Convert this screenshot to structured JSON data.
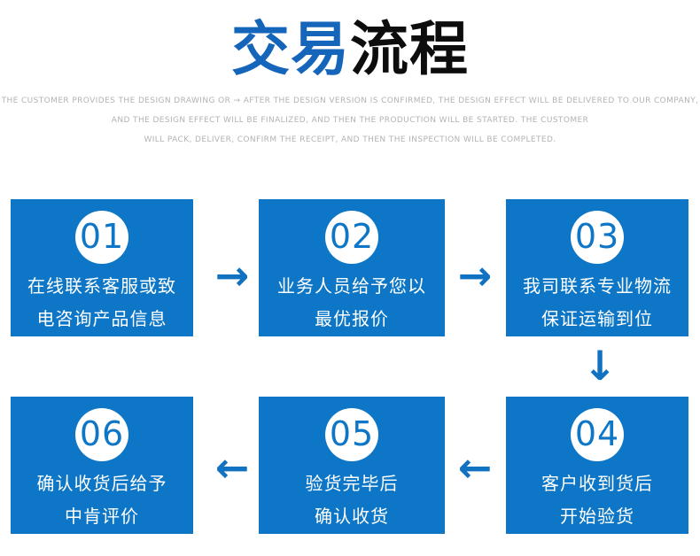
{
  "title": {
    "part1": "交易",
    "part2": "流程"
  },
  "subtitle": {
    "line1": "THE CUSTOMER PROVIDES THE DESIGN DRAWING OR → AFTER THE DESIGN VERSION IS CONFIRMED, THE DESIGN EFFECT WILL BE DELIVERED TO OUR COMPANY,",
    "line2": "AND THE DESIGN EFFECT WILL BE FINALIZED, AND THEN THE PRODUCTION WILL BE STARTED. THE CUSTOMER",
    "line3": "WILL PACK, DELIVER, CONFIRM THE RECEIPT, AND THEN THE INSPECTION WILL BE COMPLETED."
  },
  "steps": [
    {
      "number": "01",
      "line1": "在线联系客服或致",
      "line2": "电咨询产品信息"
    },
    {
      "number": "02",
      "line1": "业务人员给予您以",
      "line2": "最优报价"
    },
    {
      "number": "03",
      "line1": "我司联系专业物流",
      "line2": "保证运输到位"
    },
    {
      "number": "04",
      "line1": "客户收到货后",
      "line2": "开始验货"
    },
    {
      "number": "05",
      "line1": "验货完毕后",
      "line2": "确认收货"
    },
    {
      "number": "06",
      "line1": "确认收货后给予",
      "line2": "中肯评价"
    }
  ],
  "arrows": {
    "right": "→",
    "left": "←",
    "down": "↓"
  },
  "colors": {
    "box_blue": "#0e76c6",
    "title_blue": "#1565bb",
    "title_black": "#0d0d0d",
    "subtitle_gray": "#b3b3b3",
    "arrow_blue": "#1172c2",
    "num_blue": "#0e76c6"
  }
}
